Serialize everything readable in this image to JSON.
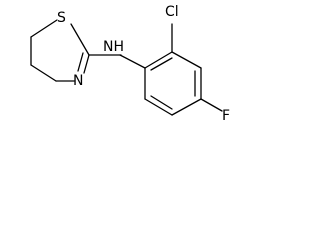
{
  "structure": {
    "atoms": {
      "sulfur": "S",
      "ring_nitrogen": "N",
      "amine_nh": "NH",
      "chlorine": "Cl",
      "fluorine": "F"
    }
  }
}
